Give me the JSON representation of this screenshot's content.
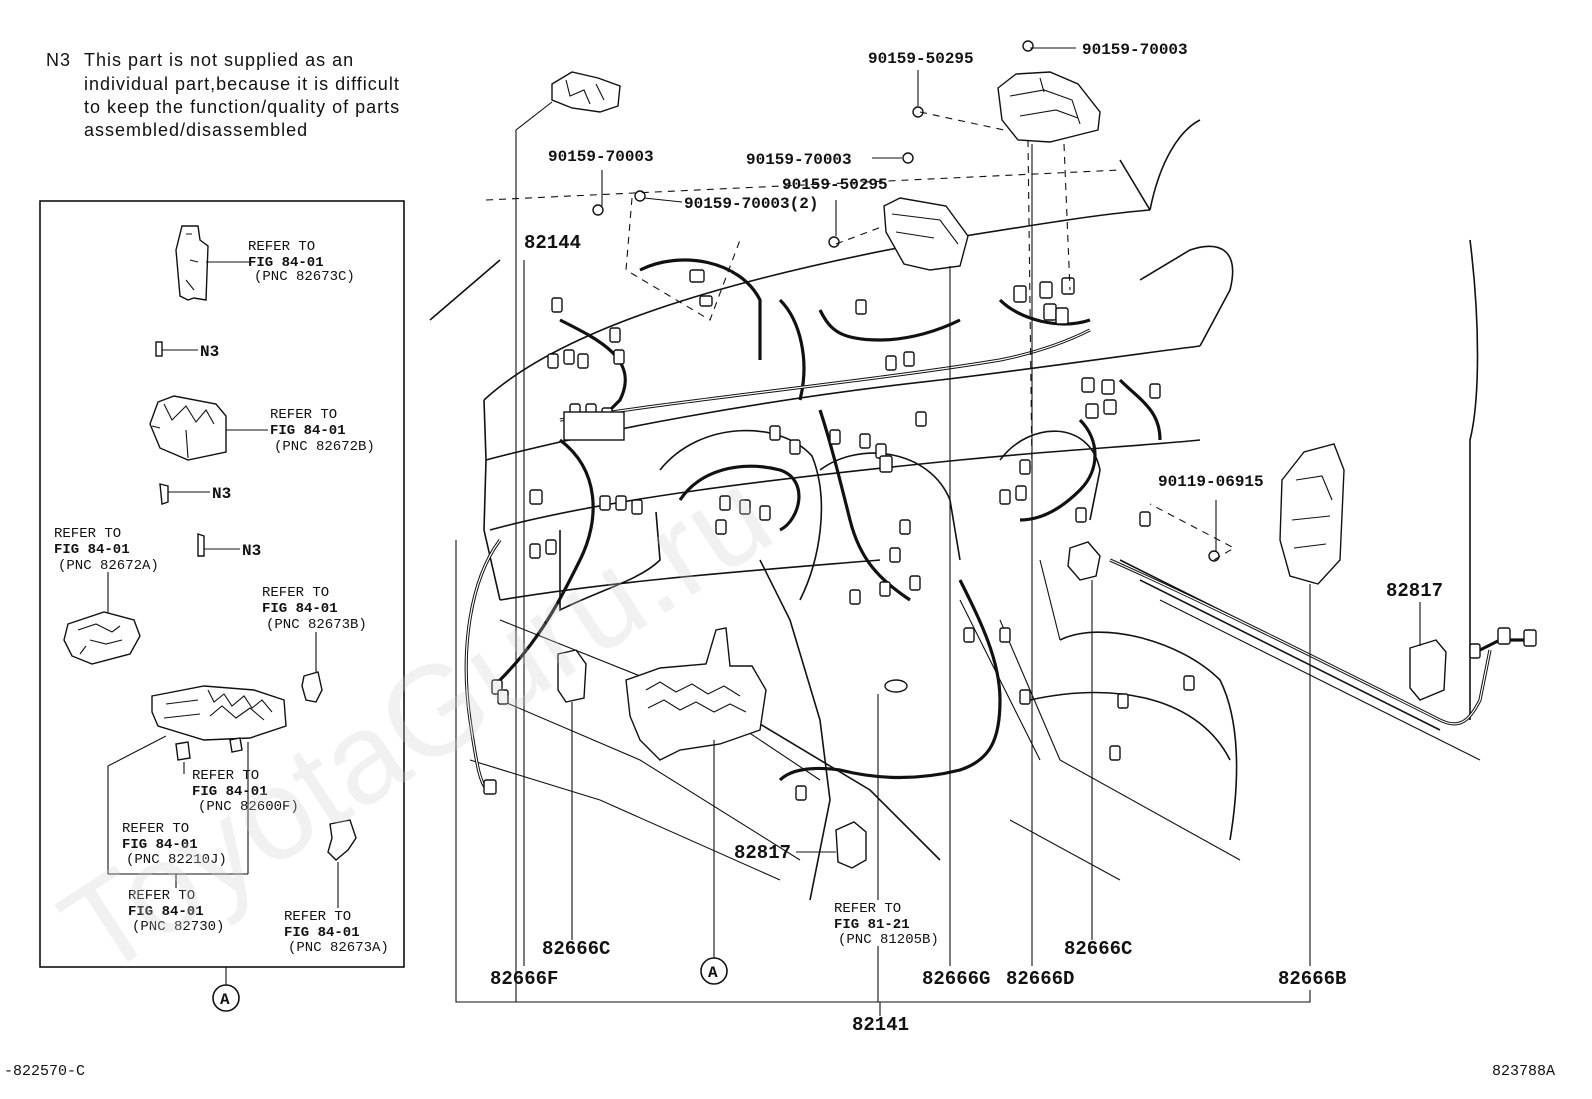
{
  "note": {
    "code": "N3",
    "lines": [
      "This part is not supplied as an",
      "individual part,because it is difficult",
      "to keep the function/quality of parts",
      "assembled/disassembled"
    ]
  },
  "watermark": "ToyotaGuru.ru",
  "inset": {
    "n3": "N3",
    "refer_to": "REFER TO",
    "fig_84_01": "FIG 84-01",
    "pnc_82673c": "(PNC 82673C)",
    "pnc_82672b": "(PNC 82672B)",
    "pnc_82672a": "(PNC 82672A)",
    "pnc_82673b": "(PNC 82673B)",
    "pnc_82600f": "(PNC 82600F)",
    "pnc_82210j": "(PNC 82210J)",
    "pnc_82730": "(PNC 82730)",
    "pnc_82673a": "(PNC 82673A)",
    "circle_a": "A"
  },
  "labels": {
    "p90159_70003_top": "90159-70003",
    "p90159_50295_top": "90159-50295",
    "p90159_70003_left": "90159-70003",
    "p90159_70003_mid": "90159-70003",
    "p90159_50295_mid": "90159-50295",
    "p90159_70003_2": "90159-70003(2)",
    "p82144": "82144",
    "p90119_06915": "90119-06915",
    "p82817_right": "82817",
    "p82817_center": "82817",
    "refer_to": "REFER TO",
    "fig_81_21": "FIG 81-21",
    "pnc_81205b": "(PNC 81205B)",
    "p82666c_left": "82666C",
    "p82666c_right": "82666C",
    "p82666f": "82666F",
    "p82666g": "82666G",
    "p82666d": "82666D",
    "p82666b": "82666B",
    "p82141": "82141",
    "circle_a": "A"
  },
  "footer": {
    "left_code": "-822570-C",
    "right_code": "823788A"
  }
}
